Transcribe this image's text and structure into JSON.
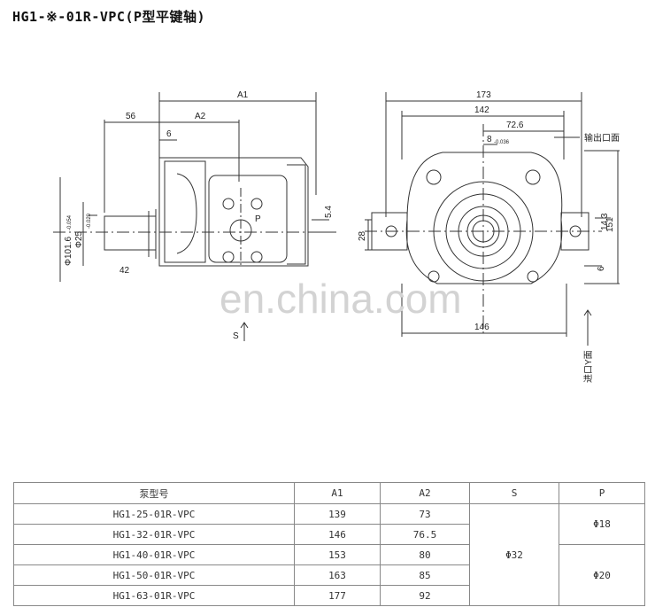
{
  "title": "HG1-※-01R-VPC(P型平键轴)",
  "watermark": "en.china.com",
  "side_view": {
    "dim_a1": "A1",
    "dim_56": "56",
    "dim_a2": "A2",
    "dim_6": "6",
    "dim_5_4": "5.4",
    "dia_101_6": "Φ101.6",
    "dia_101_6_tol": "-0.054",
    "dia_25": "Φ25",
    "dia_25_tol": "-0.020",
    "port_p": "P",
    "port_s": "S",
    "dim_42": "42"
  },
  "front_view": {
    "dim_173": "173",
    "dim_142": "142",
    "dim_72_6": "72.6",
    "dim_8": "8",
    "dim_8_tol": "-0.036",
    "outlet_label": "输出口面",
    "inlet_label": "进口Y面",
    "dim_28": "28",
    "dim_14_3": "14.3",
    "dim_151": "151",
    "dim_146": "146",
    "dim_6": "6"
  },
  "table": {
    "headers": [
      "泵型号",
      "A1",
      "A2",
      "S",
      "P"
    ],
    "rows": [
      {
        "model": "HG1-25-01R-VPC",
        "a1": "139",
        "a2": "73"
      },
      {
        "model": "HG1-32-01R-VPC",
        "a1": "146",
        "a2": "76.5"
      },
      {
        "model": "HG1-40-01R-VPC",
        "a1": "153",
        "a2": "80"
      },
      {
        "model": "HG1-50-01R-VPC",
        "a1": "163",
        "a2": "85"
      },
      {
        "model": "HG1-63-01R-VPC",
        "a1": "177",
        "a2": "92"
      }
    ],
    "s_value": "Φ32",
    "p_value_small": "Φ18",
    "p_value_large": "Φ20"
  }
}
